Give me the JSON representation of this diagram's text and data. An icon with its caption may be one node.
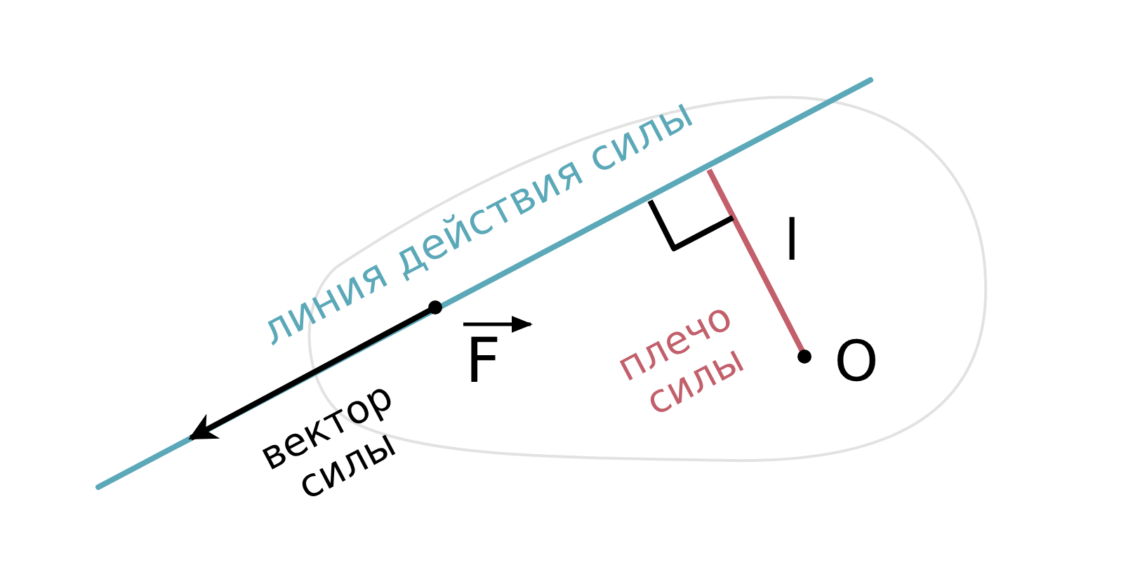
{
  "diagram": {
    "labels": [
      "линия действия силы",
      "l",
      "F",
      "плечо силы",
      "O",
      "вектор силы"
    ]
  }
}
